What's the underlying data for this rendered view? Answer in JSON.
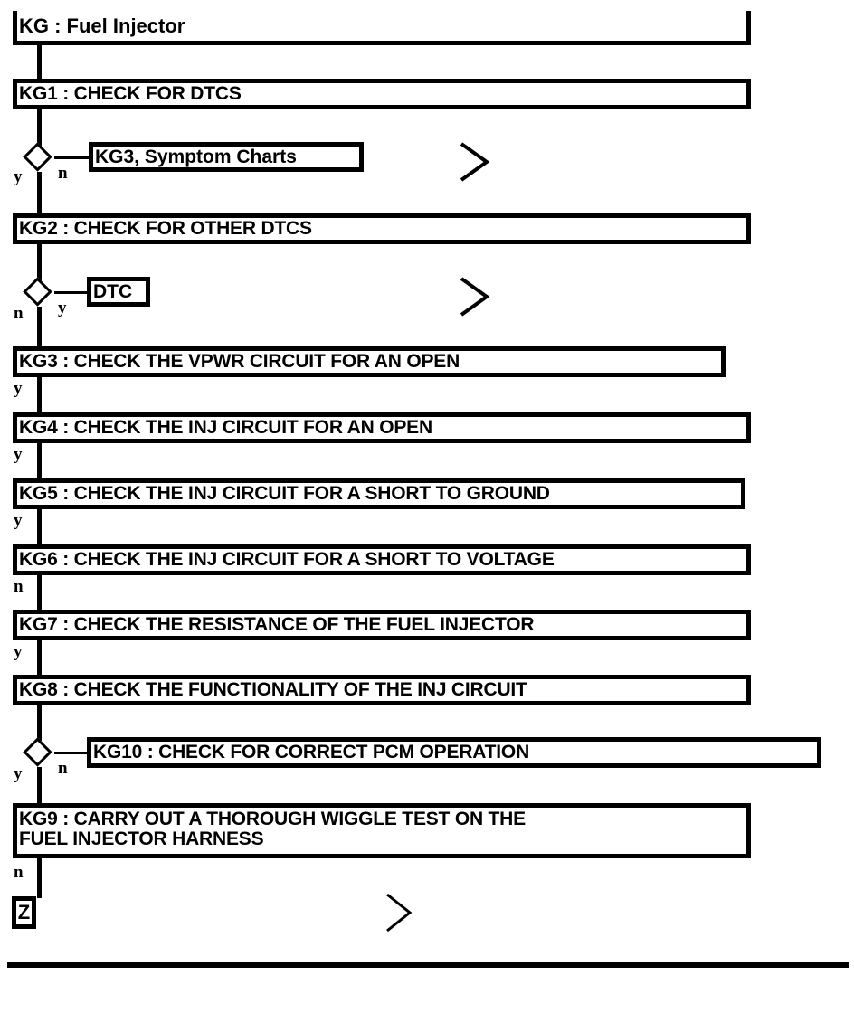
{
  "document": {
    "title": "KG : Fuel Injector",
    "type": "diagnostic-flowchart",
    "ink_color": "#000000",
    "paper_color": "#ffffff"
  },
  "title_box": {
    "label": "KG : Fuel Injector"
  },
  "steps": [
    {
      "id": "KG1",
      "label": "KG1 : CHECK FOR DTCS"
    },
    {
      "id": "KG2",
      "label": "KG2 : CHECK FOR OTHER DTCS"
    },
    {
      "id": "KG3",
      "label": "KG3 : CHECK THE VPWR CIRCUIT FOR AN OPEN"
    },
    {
      "id": "KG4",
      "label": "KG4 : CHECK THE INJ CIRCUIT FOR AN OPEN"
    },
    {
      "id": "KG5",
      "label": "KG5 : CHECK THE INJ CIRCUIT FOR A SHORT TO GROUND"
    },
    {
      "id": "KG6",
      "label": "KG6 : CHECK THE INJ CIRCUIT FOR A SHORT TO VOLTAGE"
    },
    {
      "id": "KG7",
      "label": "KG7 : CHECK THE RESISTANCE OF THE FUEL INJECTOR"
    },
    {
      "id": "KG8",
      "label": "KG8 : CHECK THE FUNCTIONALITY OF THE INJ CIRCUIT"
    },
    {
      "id": "KG10",
      "label": "KG10 : CHECK FOR CORRECT PCM OPERATION"
    },
    {
      "id": "KG9",
      "label": "KG9 : CARRY OUT A THOROUGH WIGGLE TEST ON THE\nFUEL INJECTOR HARNESS"
    }
  ],
  "references": [
    {
      "id": "ref-symptom-charts",
      "label": "KG3, Symptom Charts"
    },
    {
      "id": "ref-dtc",
      "label": "DTC"
    }
  ],
  "terminal": {
    "label": "Z"
  },
  "branches": [
    {
      "id": "kg1-yes",
      "label": "y"
    },
    {
      "id": "kg1-no",
      "label": "n"
    },
    {
      "id": "kg2-no",
      "label": "n"
    },
    {
      "id": "kg2-yes",
      "label": "y"
    },
    {
      "id": "kg3-yes",
      "label": "y"
    },
    {
      "id": "kg4-yes",
      "label": "y"
    },
    {
      "id": "kg5-yes",
      "label": "y"
    },
    {
      "id": "kg6-no",
      "label": "n"
    },
    {
      "id": "kg7-yes",
      "label": "y"
    },
    {
      "id": "kg8-yes",
      "label": "y"
    },
    {
      "id": "kg8-no",
      "label": "n"
    },
    {
      "id": "kg9-no",
      "label": "n"
    }
  ],
  "connectors": {
    "offpage_symbol": "chevron-right",
    "count": 3
  }
}
